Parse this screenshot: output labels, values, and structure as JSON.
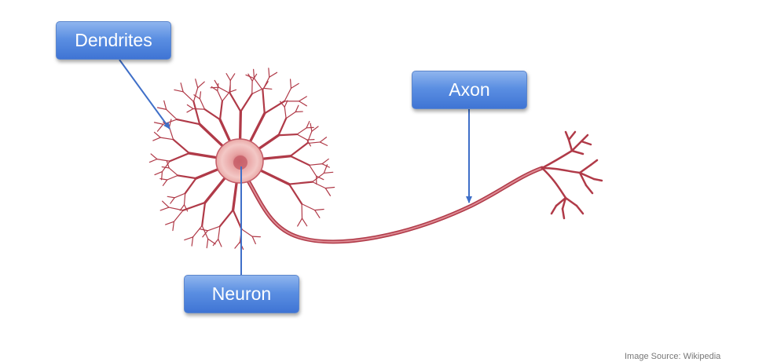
{
  "labels": {
    "dendrites": "Dendrites",
    "axon": "Axon",
    "neuron": "Neuron"
  },
  "credit": "Image Source: Wikipedia",
  "colors": {
    "neuron_stroke": "#b03a48",
    "neuron_fill": "#d2707c",
    "soma_glow": "#f0b8b8",
    "arrow": "#3f6fc8",
    "label_bg": "#5b8fe2"
  }
}
